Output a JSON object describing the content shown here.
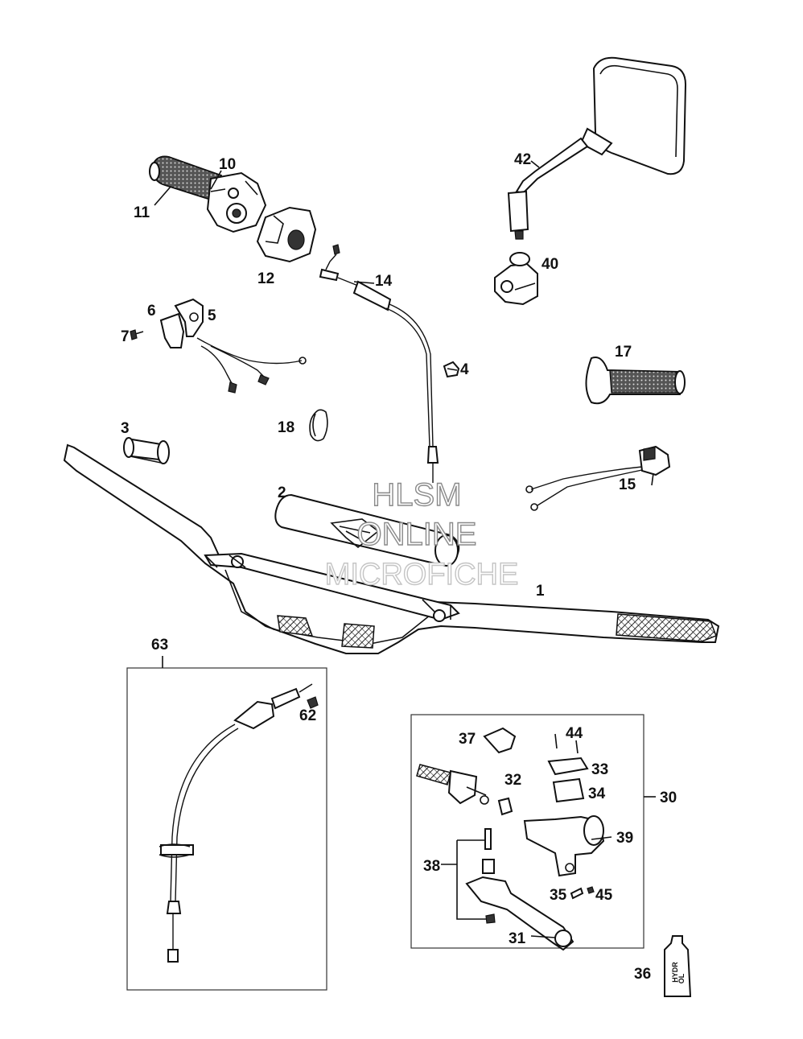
{
  "watermark": {
    "line1": "HLSM",
    "line2": "ONLINE",
    "line3": "MICROFICHE"
  },
  "callouts": {
    "p1": "1",
    "p2": "2",
    "p3": "3",
    "p4": "4",
    "p5": "5",
    "p6": "6",
    "p7": "7",
    "p10": "10",
    "p11": "11",
    "p12": "12",
    "p14": "14",
    "p15": "15",
    "p17": "17",
    "p18": "18",
    "p30": "30",
    "p31": "31",
    "p32": "32",
    "p33": "33",
    "p34": "34",
    "p35": "35",
    "p36": "36",
    "p37": "37",
    "p38": "38",
    "p39": "39",
    "p40": "40",
    "p42": "42",
    "p44": "44",
    "p45": "45",
    "p62": "62",
    "p63": "63"
  },
  "bottle_label": {
    "line1": "HYDR",
    "line2": "ÖL"
  }
}
